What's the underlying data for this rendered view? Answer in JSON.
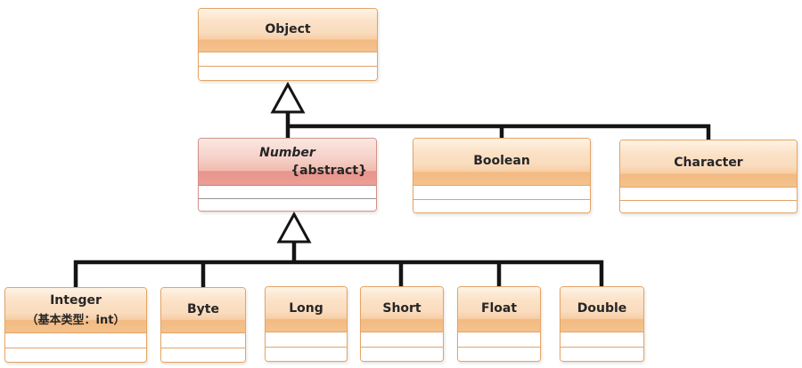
{
  "diagram": {
    "type": "uml-class-diagram",
    "classes": {
      "object": {
        "name": "Object"
      },
      "number": {
        "name": "Number",
        "stereotype": "{abstract}"
      },
      "boolean": {
        "name": "Boolean"
      },
      "character": {
        "name": "Character"
      },
      "integer": {
        "name": "Integer",
        "sublabel": "（基本类型：int）"
      },
      "byte": {
        "name": "Byte"
      },
      "long": {
        "name": "Long"
      },
      "short": {
        "name": "Short"
      },
      "float": {
        "name": "Float"
      },
      "double": {
        "name": "Double"
      }
    },
    "relations": [
      {
        "type": "generalization",
        "parent": "Object",
        "children": [
          "Number",
          "Boolean",
          "Character"
        ]
      },
      {
        "type": "generalization",
        "parent": "Number",
        "children": [
          "Integer",
          "Byte",
          "Long",
          "Short",
          "Float",
          "Double"
        ]
      }
    ],
    "colors": {
      "orange_border": "#E4A466",
      "orange_header_top": "#FEF3E5",
      "orange_header_bottom": "#F5C28D",
      "red_border": "#CF958B",
      "red_header_top": "#FAE6E0",
      "red_header_bottom": "#EC9E95",
      "connector": "#141414",
      "text": "#262626"
    }
  }
}
